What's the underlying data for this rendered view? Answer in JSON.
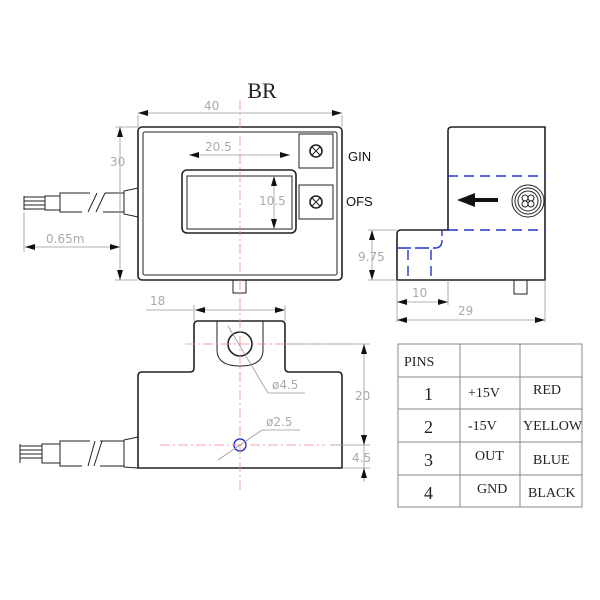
{
  "title": "BR",
  "front_view": {
    "dim_width": "40",
    "dim_height": "30",
    "dim_display_width": "20.5",
    "dim_display_height": "10.5",
    "dim_cable_length": "0.65m",
    "button_labels": [
      "GIN",
      "OFS"
    ]
  },
  "side_view": {
    "dim_step_height": "9.75",
    "dim_step_width": "10",
    "dim_depth": "29"
  },
  "bottom_view": {
    "dim_tab_width": "18",
    "dim_hole_large": "ø4.5",
    "dim_hole_small": "ø2.5",
    "dim_hole_spacing": "20",
    "dim_hole_offset": "4.5"
  },
  "pin_table": {
    "header": [
      "PINS",
      "",
      ""
    ],
    "rows": [
      [
        "1",
        "+15V",
        "RED"
      ],
      [
        "2",
        "-15V",
        "YELLOW"
      ],
      [
        "3",
        "OUT",
        "BLUE"
      ],
      [
        "4",
        "GND",
        "BLACK"
      ]
    ]
  }
}
